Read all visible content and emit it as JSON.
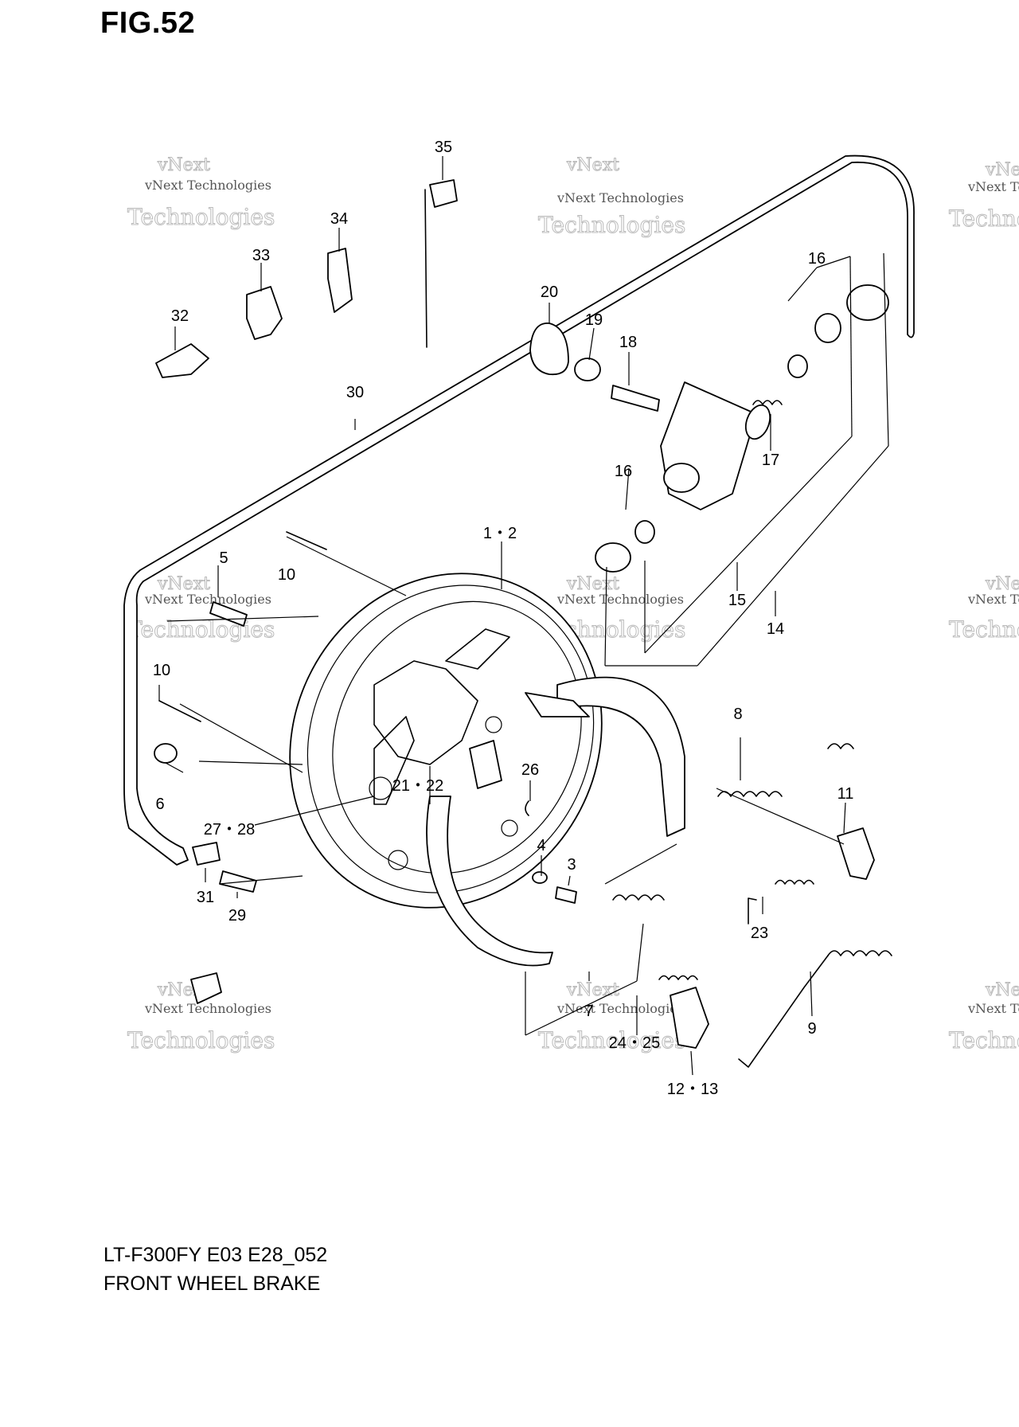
{
  "figure": {
    "title": "FIG.52",
    "model_code": "LT-F300FY E03 E28_052",
    "name": "FRONT WHEEL BRAKE"
  },
  "watermark": {
    "line1": "vNext Technologies",
    "line2": "Technologies",
    "line3": "vNext"
  },
  "callouts": {
    "c1_2": "1・2",
    "c3": "3",
    "c4": "4",
    "c5": "5",
    "c6": "6",
    "c7": "7",
    "c8": "8",
    "c9": "9",
    "c10a": "10",
    "c10b": "10",
    "c11": "11",
    "c12_13": "12・13",
    "c14": "14",
    "c15": "15",
    "c16a": "16",
    "c16b": "16",
    "c17": "17",
    "c18": "18",
    "c19": "19",
    "c20": "20",
    "c21_22": "21・22",
    "c23": "23",
    "c24_25": "24・25",
    "c26": "26",
    "c27_28": "27・28",
    "c29": "29",
    "c30": "30",
    "c31": "31",
    "c32": "32",
    "c33": "33",
    "c34": "34",
    "c35": "35"
  }
}
